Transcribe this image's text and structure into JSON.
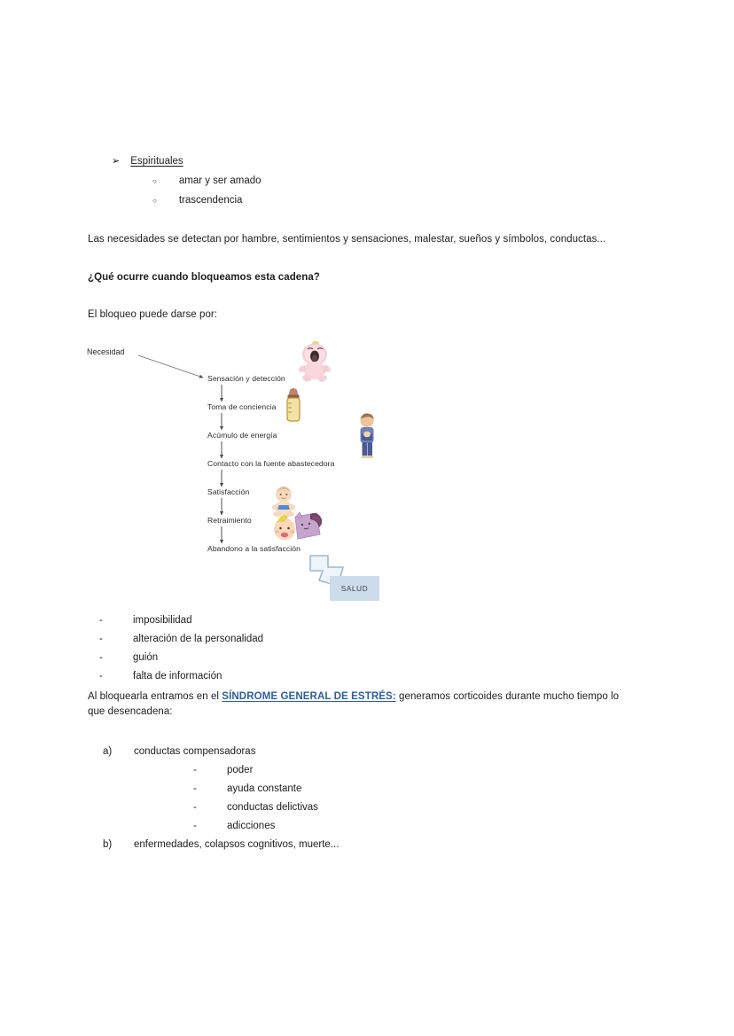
{
  "document": {
    "bullets_spiritual": {
      "marker": "➢",
      "label": "Espirituales",
      "children": [
        {
          "marker": "○",
          "text": "amar y ser amado"
        },
        {
          "marker": "○",
          "text": "trascendencia"
        }
      ]
    },
    "paragraph_deteccion": "Las necesidades se detectan por hambre, sentimientos y sensaciones, malestar, sueños y símbolos, conductas...",
    "heading_question": "¿Qué ocurre cuando bloqueamos esta cadena?",
    "paragraph_bloqueo": "El bloqueo puede darse por:",
    "causas": [
      {
        "marker": "-",
        "text": "imposibilidad"
      },
      {
        "marker": "-",
        "text": "alteración de la personalidad"
      },
      {
        "marker": "-",
        "text": "guión"
      },
      {
        "marker": "-",
        "text": "falta de información"
      }
    ],
    "sindrome_paragraph": {
      "before": "Al bloquearla entramos en el",
      "highlight": "SÍNDROME GENERAL DE ESTRÉS:",
      "after": "generamos corticoides durante mucho tiempo lo que desencadena:",
      "highlight_color": "#2e5e9e"
    },
    "consecuencias": {
      "a": {
        "marker": "a)",
        "text": "conductas compensadoras",
        "sub": [
          {
            "marker": "-",
            "text": "poder"
          },
          {
            "marker": "-",
            "text": "ayuda constante"
          },
          {
            "marker": "-",
            "text": "conductas delictivas"
          },
          {
            "marker": "-",
            "text": "adicciones"
          }
        ]
      },
      "b": {
        "marker": "b)",
        "text": "enfermedades, colapsos cognitivos, muerte..."
      }
    }
  },
  "diagram": {
    "source_label": "Necesidad",
    "steps": [
      "Sensación y detección",
      "Toma de conciencia",
      "Acúmulo de energía",
      "Contacto con la fuente abastecedora",
      "Satisfacción",
      "Retraimiento",
      "Abandono a la satisfacción"
    ],
    "outcome_label": "SALUD",
    "outcome_bg": "#ccdceb",
    "clipart": [
      {
        "name": "crying-baby-icon"
      },
      {
        "name": "baby-bottle-icon"
      },
      {
        "name": "mother-holding-baby-icon"
      },
      {
        "name": "sitting-baby-icon"
      },
      {
        "name": "baby-face-icon"
      },
      {
        "name": "purple-blanket-icon"
      }
    ],
    "arrow_color": "#b9cfe2"
  }
}
